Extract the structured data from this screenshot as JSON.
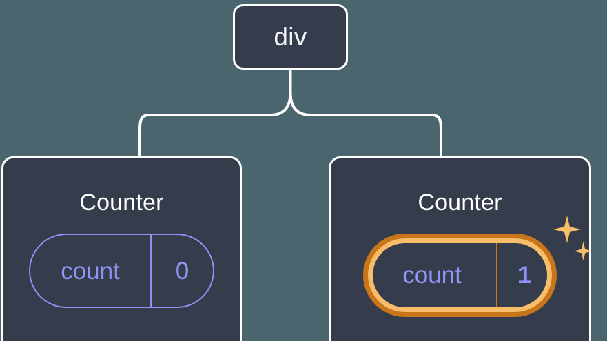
{
  "diagram": {
    "type": "component-tree",
    "background_color": "#4a656e",
    "node_fill_color": "#353c4b",
    "node_border_color": "#ffffff",
    "connector_color": "#ffffff",
    "accent_periwinkle": "#9195f5",
    "accent_orange_outer": "#c9761b",
    "accent_orange_inner": "#f8bd68"
  },
  "root": {
    "label": "div"
  },
  "children": [
    {
      "title": "Counter",
      "state": {
        "key": "count",
        "value": "0"
      },
      "highlighted": false
    },
    {
      "title": "Counter",
      "state": {
        "key": "count",
        "value": "1"
      },
      "highlighted": true,
      "sparkle_icons": [
        "sparkle-large",
        "sparkle-small"
      ]
    }
  ]
}
